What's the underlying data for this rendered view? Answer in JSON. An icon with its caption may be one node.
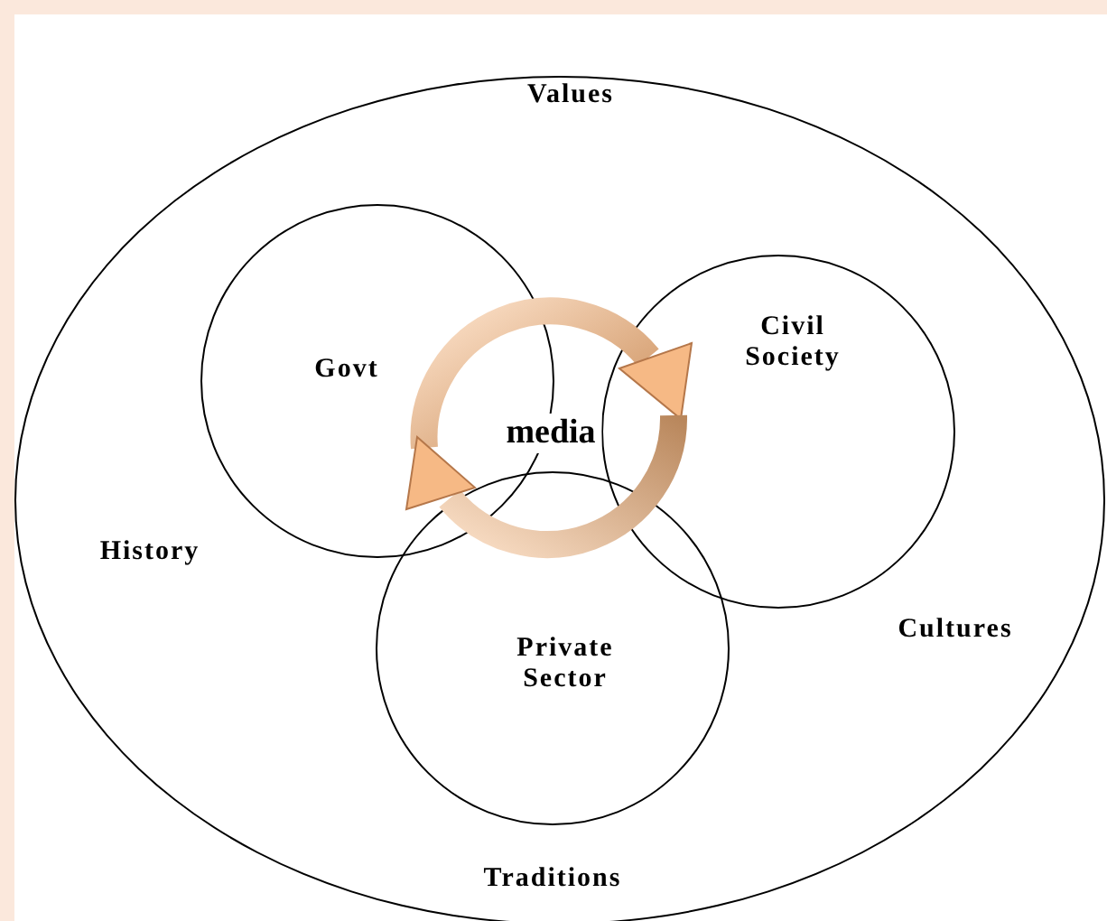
{
  "diagram": {
    "nodes": [
      {
        "text": [
          "Values",
          "History",
          "Cultures",
          "Traditions"
        ]
      },
      {
        "text": [
          "Govt"
        ],
        "in": 0
      },
      {
        "text": [
          "Civil Society"
        ],
        "in": 0
      },
      {
        "text": [
          "Private Sector"
        ],
        "in": 0
      }
    ],
    "labels": [
      "media"
    ]
  }
}
